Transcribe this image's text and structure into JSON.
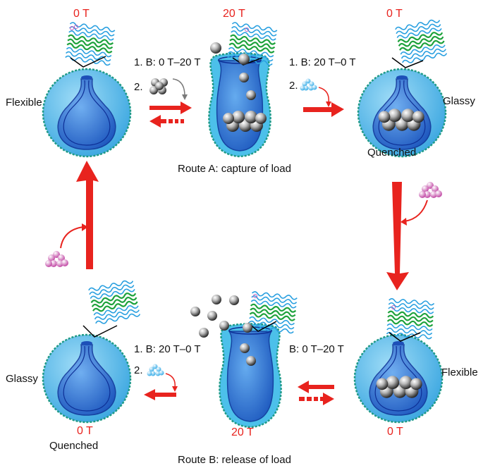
{
  "field_labels": {
    "top_left": "0 T",
    "top_center": "20 T",
    "top_right": "0 T",
    "bottom_left": "0 T",
    "bottom_center": "20 T",
    "bottom_right": "0 T"
  },
  "states": {
    "flexible": "Flexible",
    "glassy": "Glassy",
    "quenched": "Quenched"
  },
  "steps": {
    "top_left_1": "1. B: 0 T–20 T",
    "top_left_2": "2.",
    "top_right_1": "1. B: 20 T–0 T",
    "top_right_2": "2.",
    "bottom_left_1": "1. B: 20 T–0 T",
    "bottom_left_2": "2.",
    "bottom_right_1": "B: 0 T–20 T"
  },
  "captions": {
    "route_a": "Route  A: capture of load",
    "route_b": "Route  B: release of load"
  },
  "colors": {
    "arrow_red": "#e8231e",
    "sphere_fill": "#5bc0ee",
    "flask_fill": "#1f72d6",
    "membrane_teal": "#1f9a86",
    "ribbon_blue": "#2aa0e0",
    "ribbon_green": "#1ea23c",
    "load_pink": "#d27ac4",
    "load_grey": "#9a9a9a"
  }
}
